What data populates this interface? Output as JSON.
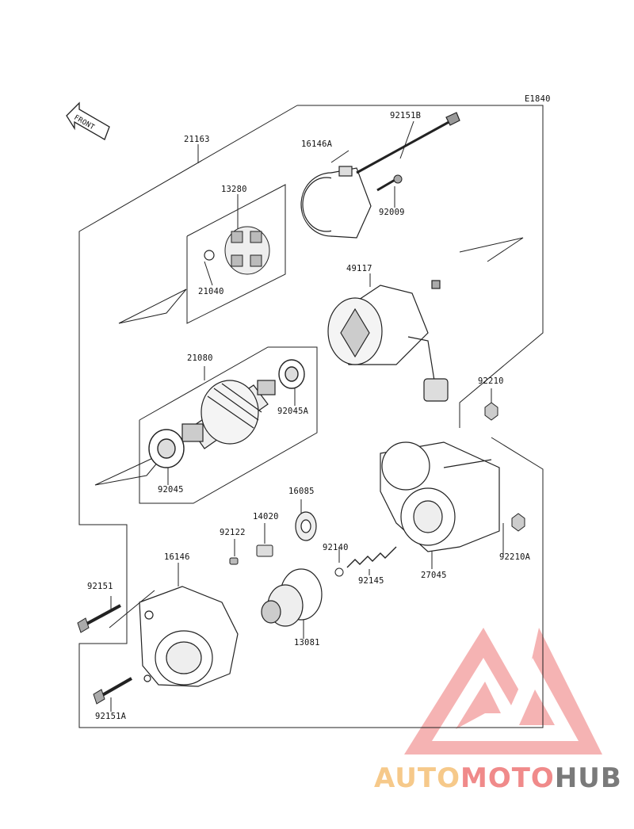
{
  "diagram_code": "E1840",
  "front_label": "FRONT",
  "labels": {
    "p21163": "21163",
    "p92151B": "92151B",
    "p16146A": "16146A",
    "p13280": "13280",
    "p92009": "92009",
    "p21040": "21040",
    "p49117": "49117",
    "p21080": "21080",
    "p92045A": "92045A",
    "p92045": "92045",
    "p92210": "92210",
    "p16085": "16085",
    "p14020": "14020",
    "p92122": "92122",
    "p92140": "92140",
    "p27045": "27045",
    "p92210A": "92210A",
    "p92145": "92145",
    "p16146": "16146",
    "p92151": "92151",
    "p13081": "13081",
    "p92151A": "92151A"
  },
  "watermark": {
    "part1": "AUTO",
    "part2": "MOTO",
    "part3": "HUB",
    "color_light": "#f6c98a",
    "color_red": "#f08a8a",
    "color_dark": "#7a7a7a"
  }
}
